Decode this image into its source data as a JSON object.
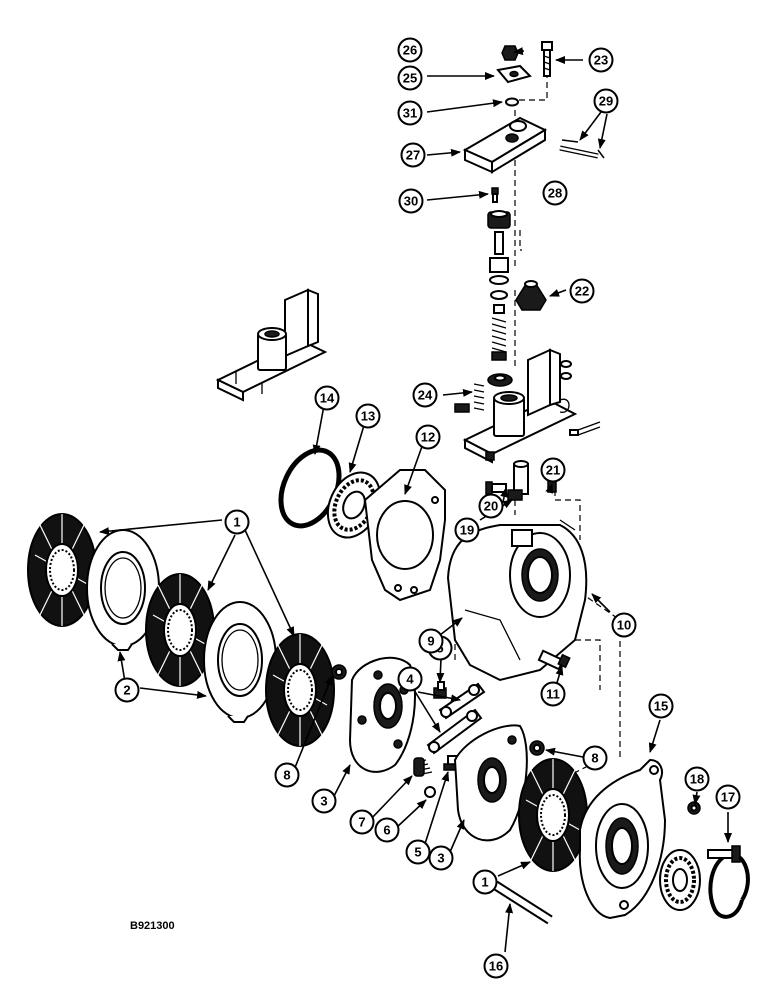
{
  "figure_id": "B921300",
  "callouts": [
    "1",
    "2",
    "3",
    "4",
    "5",
    "6",
    "7",
    "8",
    "9",
    "10",
    "11",
    "12",
    "13",
    "14",
    "15",
    "16",
    "17",
    "18",
    "19",
    "20",
    "21",
    "22",
    "23",
    "24",
    "25",
    "26",
    "27",
    "28",
    "29",
    "30",
    "31"
  ]
}
